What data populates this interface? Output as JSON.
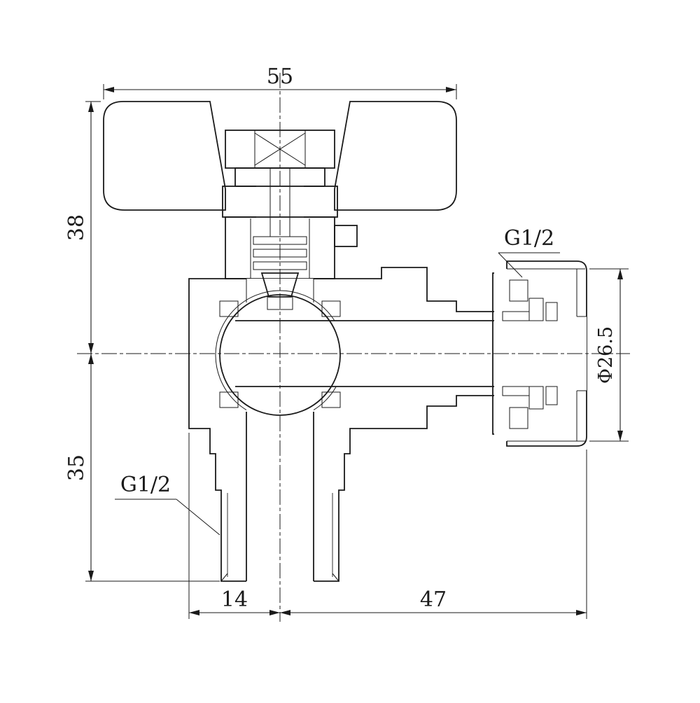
{
  "meta": {
    "title": "Angle ball valve with butterfly handle — sectional technical drawing"
  },
  "drawing": {
    "dim_top_width": "55",
    "dim_left_upper": "38",
    "dim_left_lower": "35",
    "dim_bottom_left": "14",
    "dim_bottom_right": "47",
    "dim_right_diameter": "Φ26.5",
    "label_thread_outlet": "G1/2",
    "label_thread_inlet": "G1/2",
    "colors": {
      "line": "#1a1a1a",
      "background": "#ffffff"
    }
  }
}
